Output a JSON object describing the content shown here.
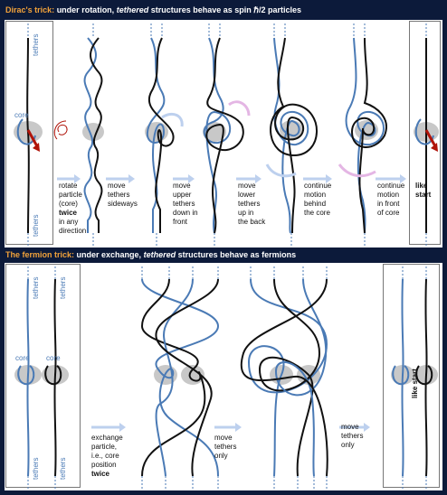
{
  "dirac": {
    "title_prefix": "Dirac's trick:",
    "title_rest_1": "under rotation,",
    "title_emph": "tethered",
    "title_rest_2": "structures behave as spin ℏ/2 particles",
    "label_tethers": "tethers",
    "label_core": "core",
    "step_rotate": [
      "rotate",
      "particle",
      "(core)",
      "twice",
      "in any",
      "direction"
    ],
    "step_sideways": [
      "move",
      "tethers",
      "sideways"
    ],
    "step_upper": [
      "move",
      "upper",
      "tethers",
      "down in",
      "front"
    ],
    "step_lower": [
      "move",
      "lower",
      "tethers",
      "up in",
      "the back"
    ],
    "step_behind": [
      "continue",
      "motion",
      "behind",
      "the core"
    ],
    "step_front": [
      "continue",
      "motion",
      "in front",
      "of core"
    ],
    "step_end": [
      "like",
      "start"
    ]
  },
  "fermion": {
    "title_prefix": "The fermion trick:",
    "title_rest_1": "under exchange,",
    "title_emph": "tethered",
    "title_rest_2": "structures behave as fermions",
    "label_tethers": "tethers",
    "label_core": "core",
    "step_exchange": [
      "exchange",
      "particle,",
      "i.e., core",
      "position",
      "twice"
    ],
    "step_move_1": [
      "move",
      "tethers",
      "only"
    ],
    "step_move_2": [
      "move",
      "tethers",
      "only"
    ],
    "step_end": "like start"
  },
  "colors": {
    "background": "#0c1a3a",
    "panel": "#ffffff",
    "accent": "#f2a23a",
    "blue_tether": "#4a7ab5",
    "black_tether": "#111111",
    "core": "#c8c8c8",
    "arrow": "#bdd0ee",
    "motion_arrow": "#e4b6e4",
    "rotation_arrow": "#b0140a"
  }
}
